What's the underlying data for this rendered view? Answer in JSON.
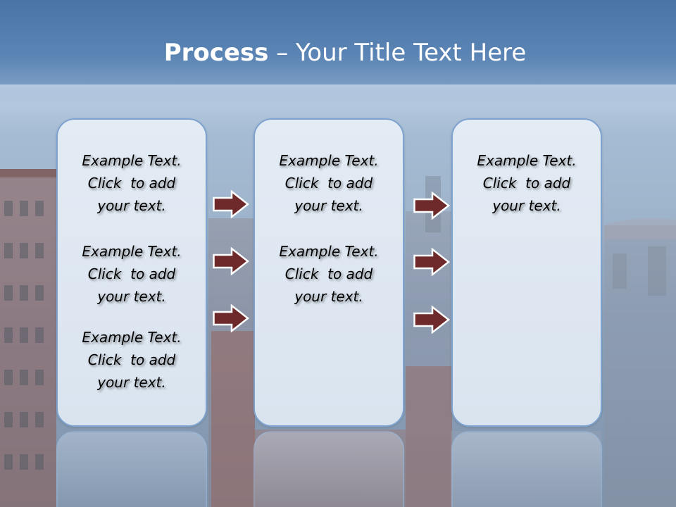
{
  "title": {
    "strong": "Process",
    "rest": "  – Your Title Text Here"
  },
  "columns": [
    {
      "blocks": [
        {
          "lines": [
            "Example Text.",
            "Click  to add",
            "your text."
          ]
        },
        {
          "lines": [
            "Example Text.",
            "Click  to add",
            "your text."
          ]
        },
        {
          "lines": [
            "Example Text.",
            "Click  to add",
            "your text."
          ]
        }
      ]
    },
    {
      "blocks": [
        {
          "lines": [
            "Example Text.",
            "Click  to add",
            "your text."
          ]
        },
        {
          "lines": [
            "Example Text.",
            "Click  to add",
            "your text."
          ]
        }
      ]
    },
    {
      "blocks": [
        {
          "lines": [
            "Example Text.",
            "Click  to add",
            "your text."
          ]
        }
      ]
    }
  ],
  "arrow_color": "#6e2a2a",
  "card_border_color": "#7ea3cf"
}
